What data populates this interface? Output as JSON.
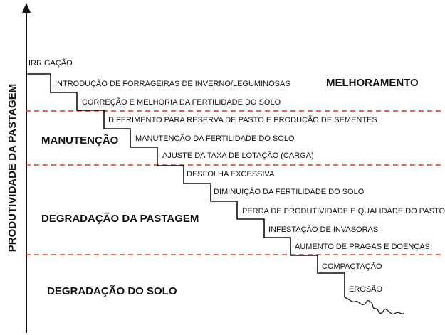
{
  "y_axis_label": "PRODUTIVIDADE DA PASTAGEM",
  "zones": {
    "melhoramento": "MELHORAMENTO",
    "manutencao": "MANUTENÇÃO",
    "degradacao_pastagem": "DEGRADAÇÃO DA PASTAGEM",
    "degradacao_solo": "DEGRADAÇÃO DO SOLO"
  },
  "steps": [
    "IRRIGAÇÃO",
    "INTRODUÇÃO DE FORRAGEIRAS DE INVERNO/LEGUMINOSAS",
    "CORREÇÃO E MELHORIA DA FERTILIDADE DO SOLO",
    "DIFERIMENTO PARA RESERVA DE PASTO E PRODUÇÃO DE  SEMENTES",
    "MANUTENÇÃO DA FERTILIDADE DO SOLO",
    "AJUSTE DA TAXA DE LOTAÇÃO (CARGA)",
    "DESFOLHA EXCESSIVA",
    "DIMINUIÇÃO DA FERTILIDADE DO SOLO",
    "PERDA DE PRODUTIVIDADE E QUALIDADE DO PASTO",
    "INFESTAÇÃO DE  INVASORAS",
    "AUMENTO DE PRAGAS E DOENÇAS",
    "COMPACTAÇÃO",
    "EROSÃO"
  ],
  "colors": {
    "dashed": "#e0342b",
    "line": "#111111"
  }
}
